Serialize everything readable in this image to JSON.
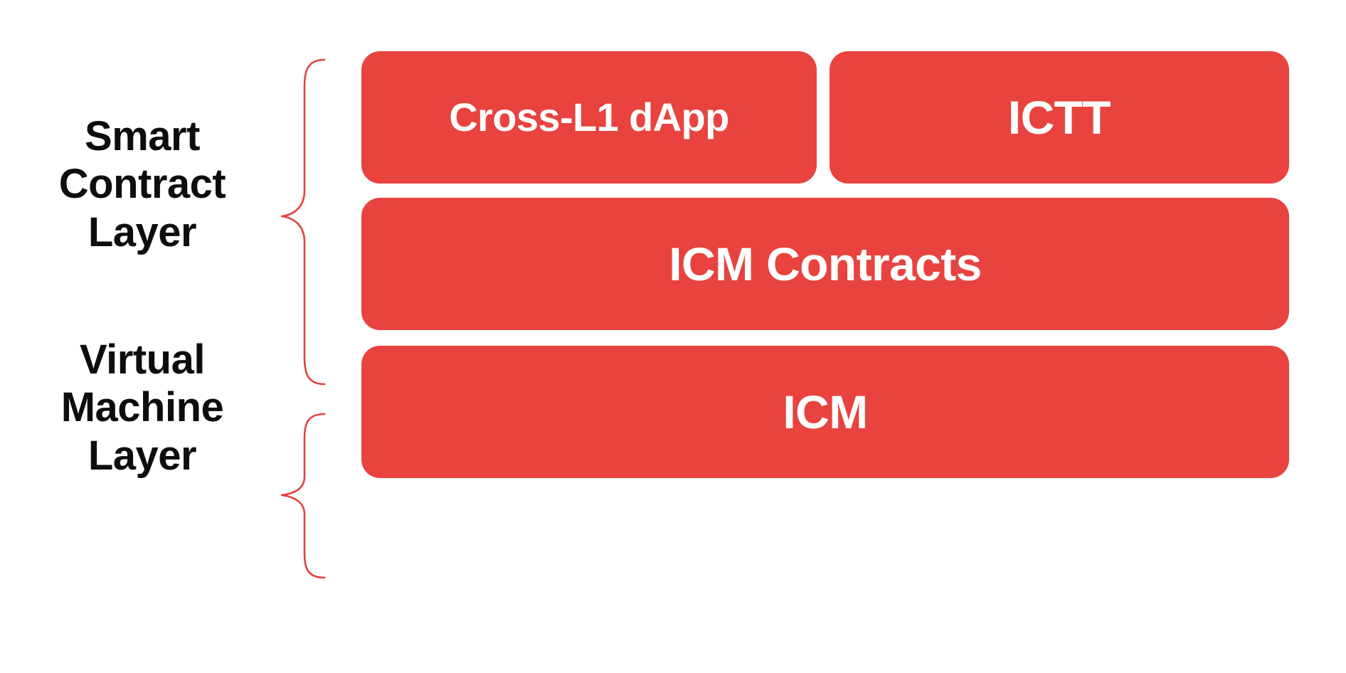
{
  "diagram": {
    "title": "Smart Contract Layer and Virtual Machine Layer stack",
    "background_color": "#ffffff",
    "accent_color": "#e8433f",
    "text_color_dark": "#0d0d0d",
    "text_color_light": "#ffffff"
  },
  "groups": [
    {
      "id": "smart-contract",
      "label": "Smart\nContract\nLayer",
      "brace_color": "#e8403f"
    },
    {
      "id": "virtual-machine",
      "label": "Virtual\nMachine\nLayer",
      "brace_color": "#e8403f"
    }
  ],
  "rows": [
    {
      "group": "smart-contract",
      "boxes": [
        {
          "id": "cross-l1-dapp",
          "label": "Cross-L1 dApp",
          "fill": "#e8433f"
        },
        {
          "id": "ictt",
          "label": "ICTT",
          "fill": "#e8433f"
        }
      ]
    },
    {
      "group": "smart-contract",
      "boxes": [
        {
          "id": "icm-contracts",
          "label": "ICM Contracts",
          "fill": "#e8433f"
        }
      ]
    },
    {
      "group": "virtual-machine",
      "boxes": [
        {
          "id": "icm",
          "label": "ICM",
          "fill": "#e8433f"
        }
      ]
    }
  ]
}
